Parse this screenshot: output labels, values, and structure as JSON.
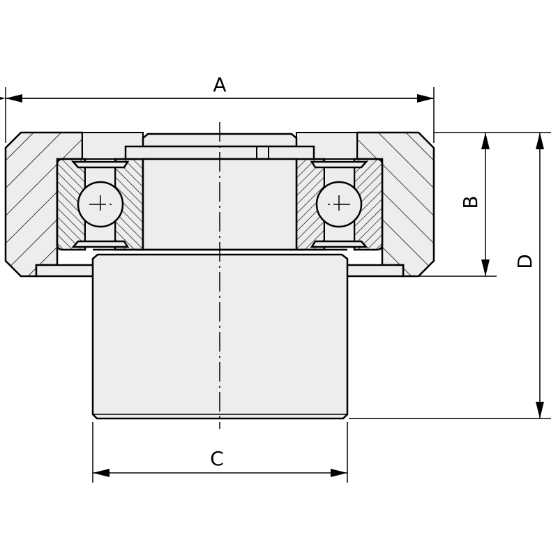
{
  "drawing": {
    "type": "bearing-roller-cross-section",
    "dimensions": {
      "a": "A",
      "b": "B",
      "c": "C",
      "d": "D"
    },
    "colors": {
      "fill": "#ededed",
      "line": "#000000",
      "background": "#ffffff"
    }
  }
}
